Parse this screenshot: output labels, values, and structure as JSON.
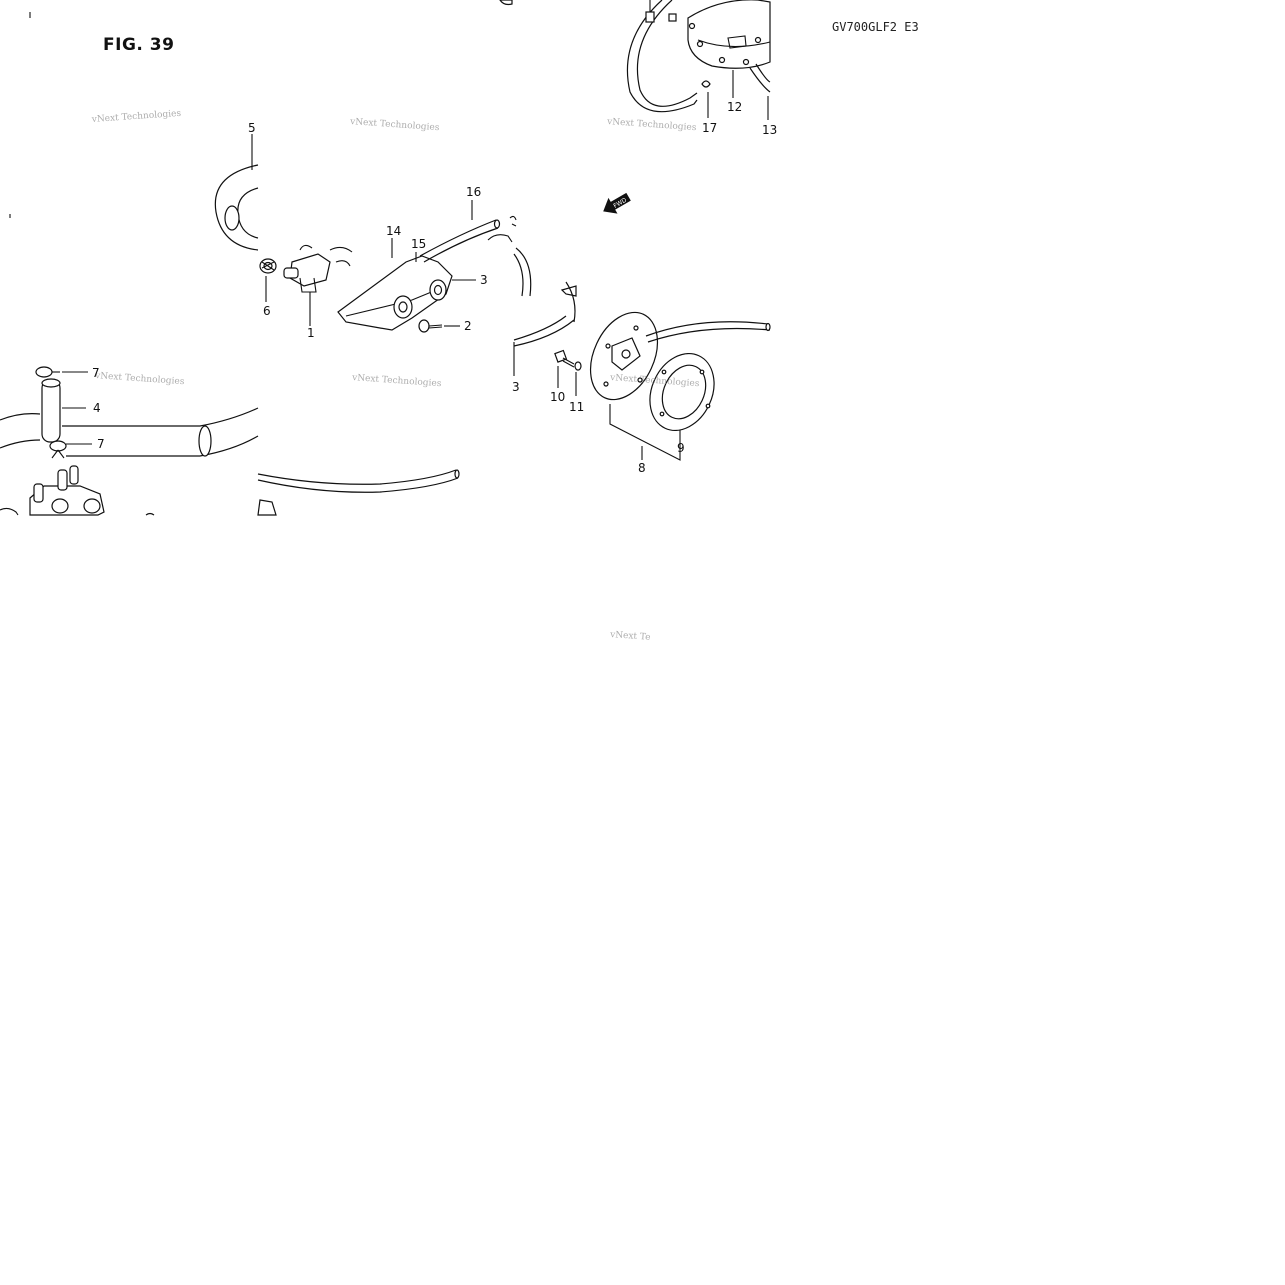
{
  "figure": {
    "title": "FIG. 39",
    "model_code": "GV700GLF2 E3"
  },
  "watermark": {
    "text": "vNext Technologies",
    "partial_text": "vNext Te"
  },
  "direction_marker": {
    "label": "FWD"
  },
  "callouts": {
    "c1": "1",
    "c2": "2",
    "c3a": "3",
    "c3b": "3",
    "c4": "4",
    "c5": "5",
    "c6": "6",
    "c7a": "7",
    "c7b": "7",
    "c8": "8",
    "c9": "9",
    "c10": "10",
    "c11": "11",
    "c12": "12",
    "c13": "13",
    "c14": "14",
    "c15": "15",
    "c16": "16",
    "c17": "17"
  }
}
